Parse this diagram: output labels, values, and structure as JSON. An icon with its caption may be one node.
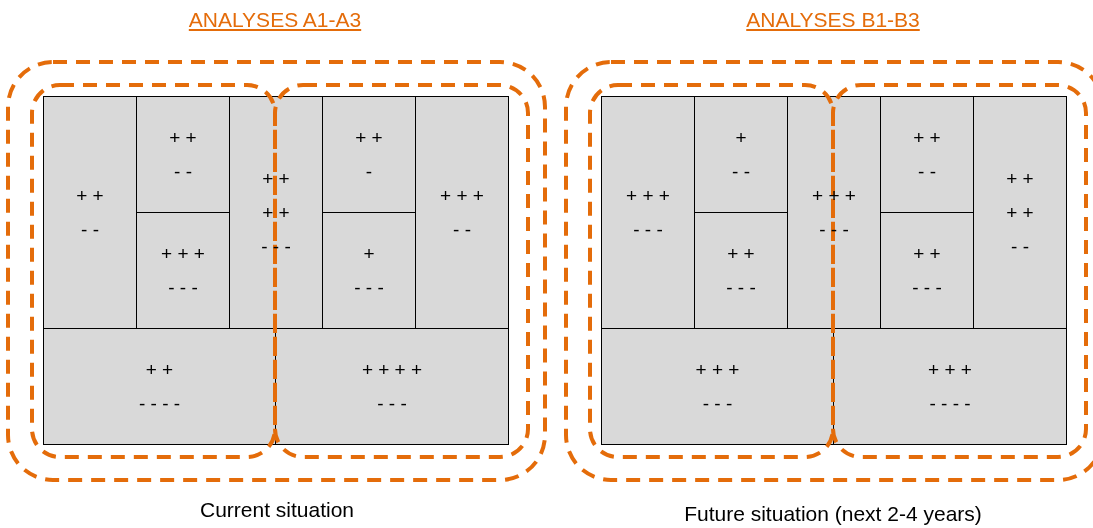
{
  "diagram": {
    "nodes": [
      {
        "text": [
          "+ +",
          "- -"
        ]
      },
      {
        "text": [
          "+ +",
          "- -"
        ]
      },
      {
        "text": [
          "+ + +",
          "- - -"
        ]
      },
      {
        "text": [
          "+ +",
          "+ +",
          "- - -"
        ]
      },
      {
        "text": [
          "+ +",
          "-"
        ]
      },
      {
        "text": [
          "+",
          "- - -"
        ]
      },
      {
        "text": [
          "+ + +",
          "- -"
        ]
      },
      {
        "text": [
          "+ +",
          "- - - -"
        ]
      },
      {
        "text": [
          "+ + + +",
          "- - -"
        ]
      },
      {
        "text": [
          "+ + +",
          "- - -"
        ]
      },
      {
        "text": [
          "+",
          "- -"
        ]
      },
      {
        "text": [
          "+ +",
          "- - -"
        ]
      },
      {
        "text": [
          "+ + +",
          "- - -"
        ]
      },
      {
        "text": [
          "+ +",
          "- -"
        ]
      },
      {
        "text": [
          "+ +",
          "- - -"
        ]
      },
      {
        "text": [
          "+ +",
          "+ +",
          "- -"
        ]
      },
      {
        "text": [
          "+ + +",
          "- - -"
        ]
      },
      {
        "text": [
          "+ + +",
          "- - - -"
        ]
      }
    ],
    "labels": [
      "ANALYSES A1-A3",
      "ANALYSES B1-B3",
      "Current situation",
      "Future situation (next 2-4 years)"
    ]
  }
}
